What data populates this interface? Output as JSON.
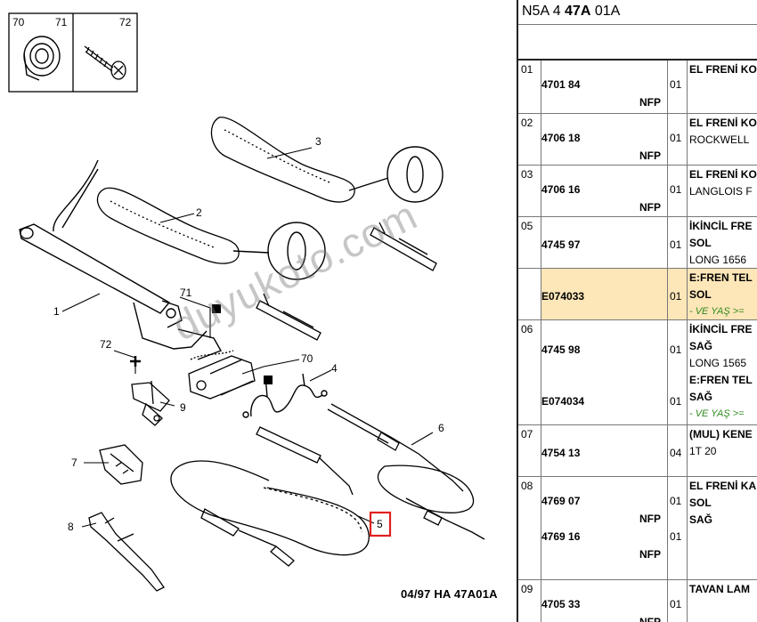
{
  "diagram": {
    "code": "04/97 HA 47A01A",
    "watermark": "duyukoto.com",
    "inset_labels": [
      "70",
      "71",
      "72"
    ],
    "callouts": [
      "1",
      "2",
      "3",
      "4",
      "5",
      "6",
      "7",
      "8",
      "9",
      "70",
      "71",
      "72"
    ],
    "highlight_color": "#e02020"
  },
  "parts": {
    "ref_prefix": "N5A 4 ",
    "ref_bold": "47A",
    "ref_suffix": " 01A",
    "highlight_color": "#fde6b8",
    "groups": [
      {
        "num": "01",
        "lines": [
          {
            "pn": "4701 84",
            "qty": "01",
            "nfp": "NFP"
          }
        ],
        "desc": [
          {
            "t": "EL FRENİ KO",
            "b": true
          }
        ]
      },
      {
        "num": "02",
        "lines": [
          {
            "pn": "4706 18",
            "qty": "01",
            "nfp": "NFP"
          }
        ],
        "desc": [
          {
            "t": "EL FRENİ KO",
            "b": true
          },
          {
            "t": "ROCKWELL",
            "b": false
          }
        ]
      },
      {
        "num": "03",
        "lines": [
          {
            "pn": "4706 16",
            "qty": "01",
            "nfp": "NFP"
          }
        ],
        "desc": [
          {
            "t": "EL FRENİ KO",
            "b": true
          },
          {
            "t": "LANGLOIS F",
            "b": false
          }
        ]
      },
      {
        "num": "05",
        "lines": [
          {
            "pn": "4745 97",
            "qty": "01"
          }
        ],
        "desc": [
          {
            "t": "İKİNCİL FRE",
            "b": true
          },
          {
            "t": "SOL",
            "b": true
          },
          {
            "t": "LONG 1656",
            "b": false
          }
        ]
      },
      {
        "num": "",
        "highlight": true,
        "lines": [
          {
            "pn": "E074033",
            "qty": "01"
          }
        ],
        "desc": [
          {
            "t": "E:FREN TEL",
            "b": true
          },
          {
            "t": "SOL",
            "b": true
          },
          {
            "t": "- VE YAŞ >=",
            "note": true
          }
        ]
      },
      {
        "num": "06",
        "lines": [
          {
            "pn": "4745 98",
            "qty": "01"
          },
          {
            "pn": "E074034",
            "qty": "01"
          }
        ],
        "desc": [
          {
            "t": "İKİNCİL FRE",
            "b": true
          },
          {
            "t": "SAĞ",
            "b": true
          },
          {
            "t": "LONG 1565",
            "b": false
          },
          {
            "t": "E:FREN TEL",
            "b": true
          },
          {
            "t": "SAĞ",
            "b": true
          },
          {
            "t": "- VE YAŞ >=",
            "note": true
          }
        ]
      },
      {
        "num": "07",
        "lines": [
          {
            "pn": "4754 13",
            "qty": "04"
          }
        ],
        "desc": [
          {
            "t": "(MUL) KENE",
            "b": true
          },
          {
            "t": "1T 20",
            "b": false
          }
        ]
      },
      {
        "num": "08",
        "lines": [
          {
            "pn": "4769 07",
            "qty": "01",
            "nfp": "NFP"
          },
          {
            "pn": "4769 16",
            "qty": "01",
            "nfp": "NFP"
          }
        ],
        "desc": [
          {
            "t": "EL FRENİ KA",
            "b": true
          },
          {
            "t": "SOL",
            "b": true
          },
          {
            "t": "SAĞ",
            "b": true
          }
        ]
      },
      {
        "num": "09",
        "lines": [
          {
            "pn": "4705 33",
            "qty": "01",
            "nfp": "NFP"
          }
        ],
        "desc": [
          {
            "t": "TAVAN LAM",
            "b": true
          }
        ]
      }
    ]
  }
}
